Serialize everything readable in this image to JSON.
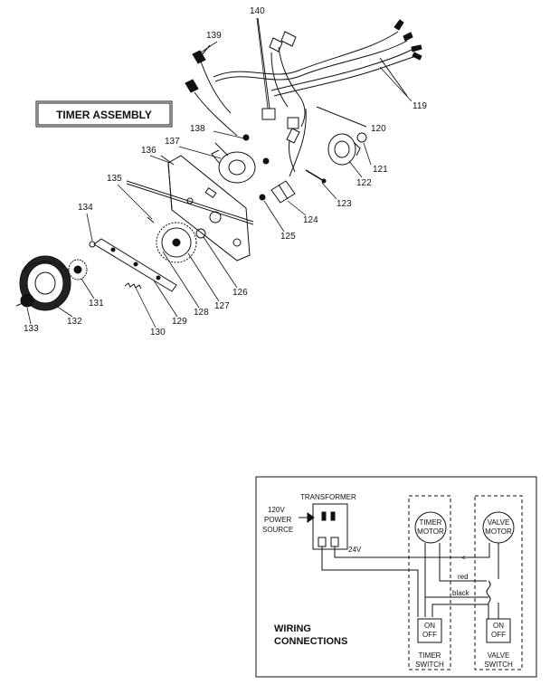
{
  "title": "TIMER ASSEMBLY",
  "callouts": [
    "119",
    "120",
    "121",
    "122",
    "123",
    "124",
    "125",
    "126",
    "127",
    "128",
    "129",
    "130",
    "131",
    "132",
    "133",
    "134",
    "135",
    "136",
    "137",
    "138",
    "139",
    "140"
  ],
  "wiring": {
    "title_line1": "WIRING",
    "title_line2": "CONNECTIONS",
    "transformer": "TRANSFORMER",
    "power_line1": "120V",
    "power_line2": "POWER",
    "power_line3": "SOURCE",
    "voltage": "24V",
    "timer_motor_line1": "TIMER",
    "timer_motor_line2": "MOTOR",
    "valve_motor_line1": "VALVE",
    "valve_motor_line2": "MOTOR",
    "wire_red": "red",
    "wire_black": "black",
    "timer_switch_line1": "TIMER",
    "timer_switch_line2": "SWITCH",
    "valve_switch_line1": "VALVE",
    "valve_switch_line2": "SWITCH",
    "switch_on": "ON",
    "switch_off": "OFF"
  }
}
